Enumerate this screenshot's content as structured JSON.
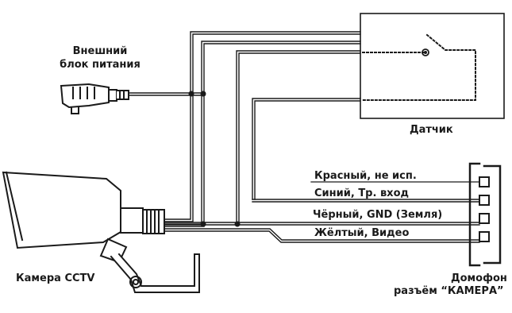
{
  "labels": {
    "power_line1": "Внешний",
    "power_line2": "блок питания",
    "sensor": "Датчик",
    "camera": "Камера CCTV",
    "intercom_line1": "Домофон",
    "intercom_line2": "разъём “КАМЕРА”"
  },
  "wires": [
    {
      "label": "Красный, не исп."
    },
    {
      "label": "Синий, Тр. вход"
    },
    {
      "label": "Чёрный, GND (Земля)"
    },
    {
      "label": "Жёлтый, Видео"
    }
  ]
}
